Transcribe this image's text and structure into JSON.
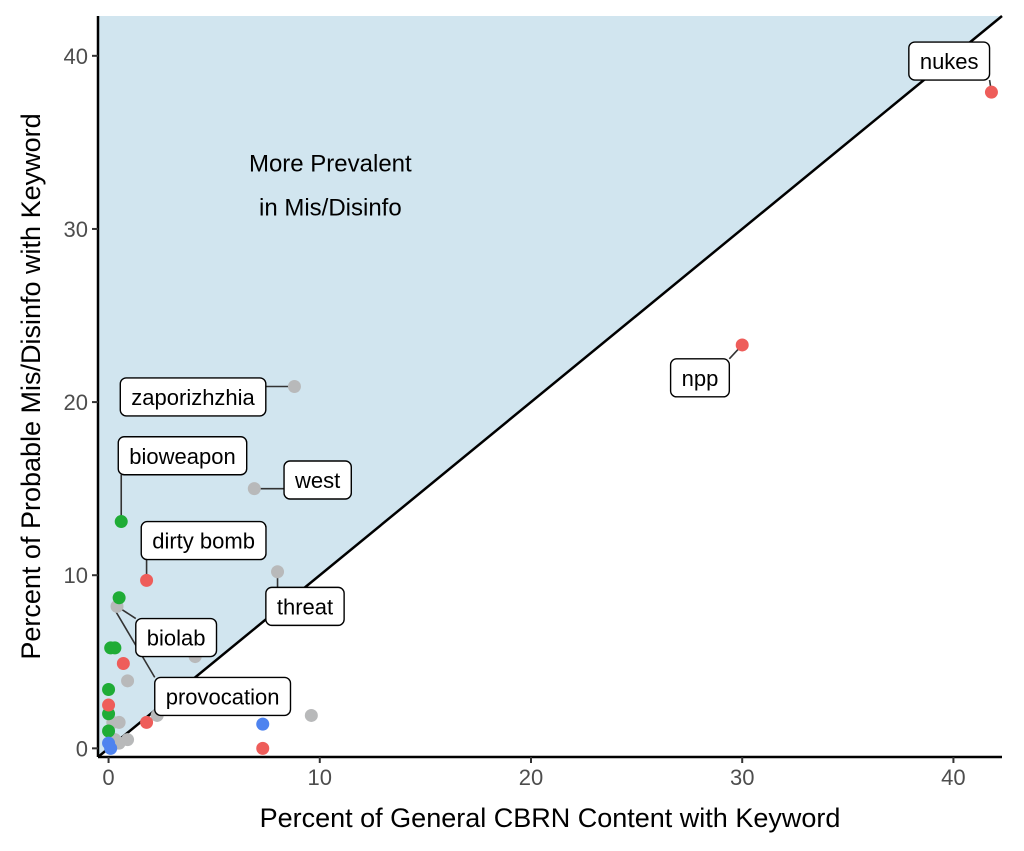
{
  "chart_data": {
    "type": "scatter",
    "title": "",
    "xlabel": "Percent of General CBRN Content with Keyword",
    "ylabel": "Percent of Probable Mis/Disinfo with Keyword",
    "xlim": [
      -0.5,
      42.3
    ],
    "ylim": [
      -0.5,
      42.3
    ],
    "xticks": [
      0,
      10,
      20,
      30,
      40
    ],
    "yticks": [
      0,
      10,
      20,
      30,
      40
    ],
    "grid": false,
    "legend": "none",
    "region": {
      "description": "Shaded area above y = x line",
      "fill": "#d1e5ef",
      "line": "y = x"
    },
    "annotation": {
      "lines": [
        "More Prevalent",
        "in Mis/Disinfo"
      ],
      "x": 10.5,
      "y": 32.5
    },
    "colors": {
      "red": "#ee5d5a",
      "green": "#1fac36",
      "blue": "#4e83ef",
      "grey": "#b8b9ba"
    },
    "points": [
      {
        "x": 0.3,
        "y": 0.5,
        "color": "grey"
      },
      {
        "x": 0.5,
        "y": 0.3,
        "color": "grey"
      },
      {
        "x": 0.9,
        "y": 0.5,
        "color": "grey"
      },
      {
        "x": 0.2,
        "y": 1.5,
        "color": "grey"
      },
      {
        "x": 0.5,
        "y": 1.5,
        "color": "grey"
      },
      {
        "x": 0.9,
        "y": 3.9,
        "color": "grey"
      },
      {
        "x": 2.3,
        "y": 1.9,
        "color": "grey"
      },
      {
        "x": 4.1,
        "y": 5.3,
        "color": "grey"
      },
      {
        "x": 9.6,
        "y": 1.9,
        "color": "grey"
      },
      {
        "x": 0.4,
        "y": 8.2,
        "color": "grey",
        "label": "biolab"
      },
      {
        "x": 0.2,
        "y": 0.2,
        "color": "grey",
        "label": "provocation"
      },
      {
        "x": 8.0,
        "y": 10.2,
        "color": "grey",
        "label": "threat"
      },
      {
        "x": 6.9,
        "y": 15.0,
        "color": "grey",
        "label": "west"
      },
      {
        "x": 8.8,
        "y": 20.9,
        "color": "grey",
        "label": "zaporizhzhia"
      },
      {
        "x": 0.0,
        "y": 3.4,
        "color": "green"
      },
      {
        "x": 0.0,
        "y": 2.0,
        "color": "green"
      },
      {
        "x": 0.0,
        "y": 1.0,
        "color": "green"
      },
      {
        "x": 0.1,
        "y": 5.8,
        "color": "green"
      },
      {
        "x": 0.3,
        "y": 5.8,
        "color": "green"
      },
      {
        "x": 0.5,
        "y": 8.7,
        "color": "green"
      },
      {
        "x": 0.6,
        "y": 13.1,
        "color": "green",
        "label": "bioweapon"
      },
      {
        "x": 0.0,
        "y": 2.5,
        "color": "red"
      },
      {
        "x": 0.7,
        "y": 4.9,
        "color": "red"
      },
      {
        "x": 1.8,
        "y": 1.5,
        "color": "red"
      },
      {
        "x": 7.3,
        "y": 0.0,
        "color": "red"
      },
      {
        "x": 1.8,
        "y": 9.7,
        "color": "red",
        "label": "dirty bomb"
      },
      {
        "x": 30.0,
        "y": 23.3,
        "color": "red",
        "label": "npp"
      },
      {
        "x": 41.8,
        "y": 37.9,
        "color": "red",
        "label": "nukes"
      },
      {
        "x": 0.0,
        "y": 0.3,
        "color": "blue"
      },
      {
        "x": 0.1,
        "y": 0.0,
        "color": "blue"
      },
      {
        "x": 7.3,
        "y": 1.4,
        "color": "blue"
      }
    ],
    "labels": [
      {
        "text": "nukes",
        "point_x": 41.8,
        "point_y": 37.9,
        "box_x": 39.8,
        "box_y": 39.7
      },
      {
        "text": "npp",
        "point_x": 30.0,
        "point_y": 23.3,
        "box_x": 28.0,
        "box_y": 21.4
      },
      {
        "text": "zaporizhzhia",
        "point_x": 8.8,
        "point_y": 20.9,
        "box_x": 4.0,
        "box_y": 20.3
      },
      {
        "text": "bioweapon",
        "point_x": 0.6,
        "point_y": 13.1,
        "box_x": 3.5,
        "box_y": 16.9
      },
      {
        "text": "west",
        "point_x": 6.9,
        "point_y": 15.0,
        "box_x": 9.9,
        "box_y": 15.5
      },
      {
        "text": "dirty bomb",
        "point_x": 1.8,
        "point_y": 9.7,
        "box_x": 4.5,
        "box_y": 12.0
      },
      {
        "text": "threat",
        "point_x": 8.0,
        "point_y": 10.2,
        "box_x": 9.3,
        "box_y": 8.2
      },
      {
        "text": "biolab",
        "point_x": 0.4,
        "point_y": 8.2,
        "box_x": 3.2,
        "box_y": 6.4
      },
      {
        "text": "provocation",
        "point_x": 0.2,
        "point_y": 8.2,
        "box_x": 5.4,
        "box_y": 3.0
      }
    ]
  }
}
